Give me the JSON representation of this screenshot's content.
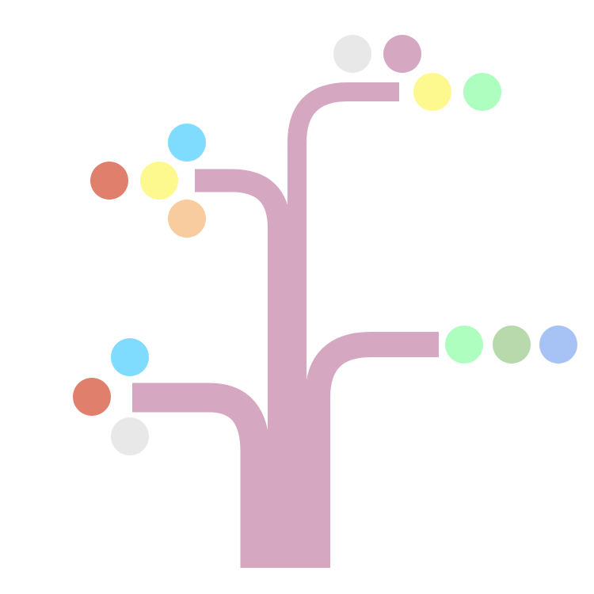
{
  "colors": {
    "branch": "#d6a7c1",
    "background": "#ffffff"
  },
  "palette": {
    "gray": "#e8e8e8",
    "pink": "#d6a7c1",
    "yellow": "#fef98f",
    "mint": "#aeffbf",
    "sky": "#80dcff",
    "terracotta": "#e07f6c",
    "peach": "#f9cc9f",
    "sage": "#b7d9ac",
    "periwinkle": "#a7c2f5"
  },
  "branches": [
    {
      "id": "top",
      "leaf_colors": [
        "gray",
        "pink",
        "yellow",
        "mint"
      ]
    },
    {
      "id": "upper-left",
      "leaf_colors": [
        "sky",
        "terracotta",
        "yellow",
        "peach"
      ]
    },
    {
      "id": "right",
      "leaf_colors": [
        "mint",
        "sage",
        "periwinkle"
      ]
    },
    {
      "id": "lower-left",
      "leaf_colors": [
        "sky",
        "terracotta",
        "gray"
      ]
    }
  ]
}
